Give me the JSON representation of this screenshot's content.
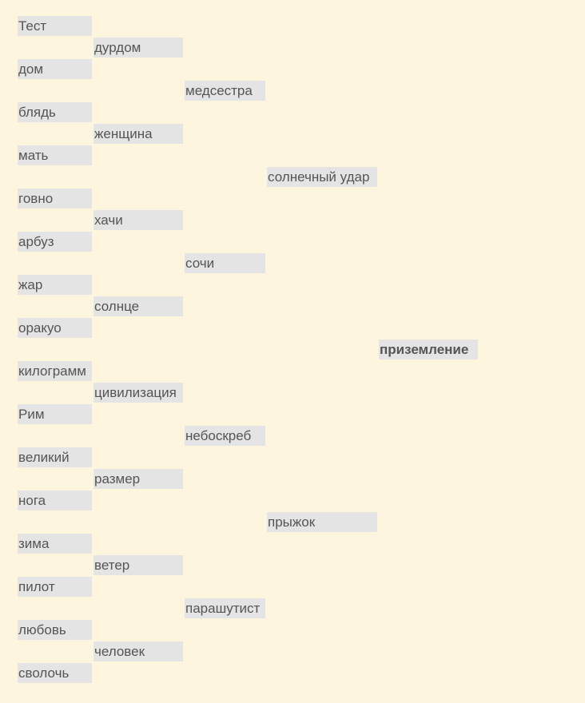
{
  "bracket": {
    "rounds": [
      [
        "Тест",
        "дом",
        "блядь",
        "мать",
        "говно",
        "арбуз",
        "жар",
        "оракуо",
        "килограмм",
        "Рим",
        "великий",
        "нога",
        "зима",
        "пилот",
        "любовь",
        "сволочь"
      ],
      [
        "дурдом",
        "женщина",
        "хачи",
        "солнце",
        "цивилизация",
        "размер",
        "ветер",
        "человек"
      ],
      [
        "медсестра",
        "сочи",
        "небоскреб",
        "парашутист"
      ],
      [
        "солнечный удар",
        "прыжок"
      ],
      [
        "приземление"
      ]
    ]
  }
}
